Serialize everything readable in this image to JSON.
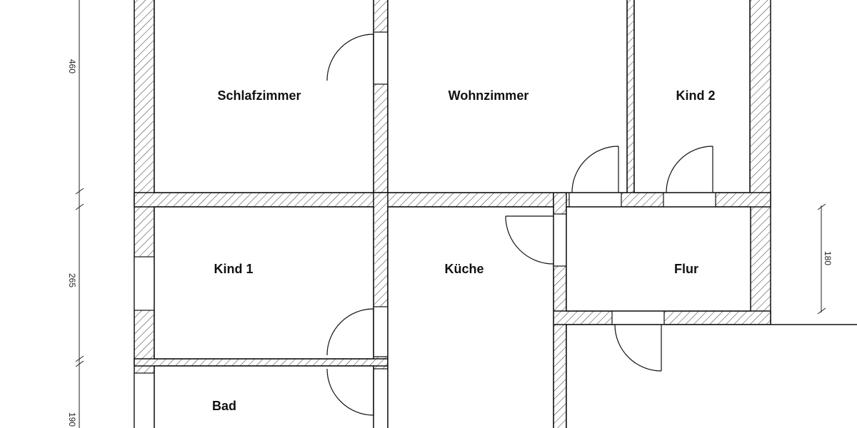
{
  "rooms": {
    "schlafzimmer": "Schlafzimmer",
    "wohnzimmer": "Wohnzimmer",
    "kind2": "Kind 2",
    "kind1": "Kind 1",
    "kueche": "Küche",
    "flur": "Flur",
    "bad": "Bad"
  },
  "dimensions": {
    "left": [
      "460",
      "265",
      "190"
    ],
    "right": [
      "180"
    ]
  }
}
